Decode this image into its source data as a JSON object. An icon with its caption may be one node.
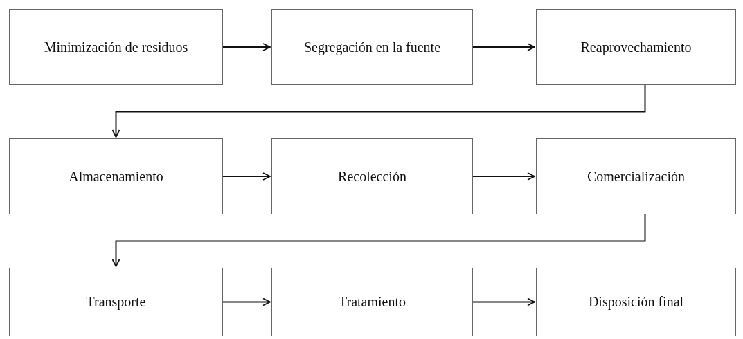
{
  "diagram": {
    "nodes": [
      {
        "text": [
          "Minimización de residuos"
        ]
      },
      {
        "text": [
          "Segregación en la fuente"
        ]
      },
      {
        "text": [
          "Reaprovechamiento"
        ]
      },
      {
        "text": [
          "Almacenamiento"
        ]
      },
      {
        "text": [
          "Recolección"
        ]
      },
      {
        "text": [
          "Comercialización"
        ]
      },
      {
        "text": [
          "Transporte"
        ]
      },
      {
        "text": [
          "Tratamiento"
        ]
      },
      {
        "text": [
          "Disposición final"
        ]
      }
    ],
    "edges": [
      {
        "from": 0,
        "to": 1,
        "arrow": "to"
      },
      {
        "from": 1,
        "to": 2,
        "arrow": "to"
      },
      {
        "from": 2,
        "to": 3,
        "arrow": "to"
      },
      {
        "from": 3,
        "to": 4,
        "arrow": "to"
      },
      {
        "from": 4,
        "to": 5,
        "arrow": "to"
      },
      {
        "from": 5,
        "to": 6,
        "arrow": "to"
      },
      {
        "from": 6,
        "to": 7,
        "arrow": "to"
      },
      {
        "from": 7,
        "to": 8,
        "arrow": "to"
      }
    ]
  }
}
